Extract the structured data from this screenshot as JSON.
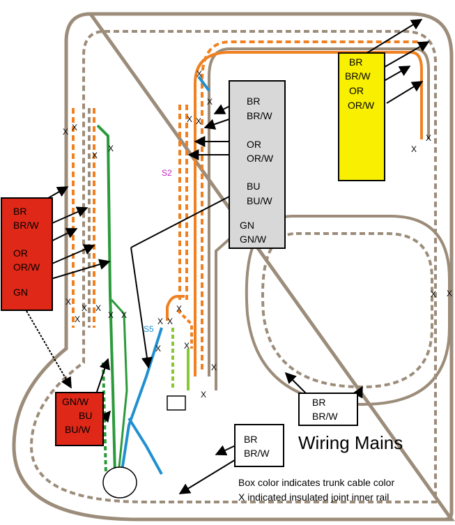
{
  "title": "Wiring Mains",
  "legend": {
    "line1": "Box color indicates trunk cable color",
    "line2": "X indicated insulated joint inner rail"
  },
  "colors": {
    "track_brown": "#9c8c7a",
    "orange": "#f08020",
    "green": "#2a9a3a",
    "light_green": "#88c830",
    "blue": "#2090d0",
    "red_box": "#e02818",
    "yellow_box": "#f8f000",
    "gray_box": "#d8d8d8",
    "purple_text": "#c020c0"
  },
  "section_labels": {
    "s2": "S2",
    "s5": "S5"
  },
  "boxes": {
    "yellow": {
      "labels": [
        "BR",
        "BR/W",
        "OR",
        "OR/W"
      ]
    },
    "gray": {
      "labels": [
        "BR",
        "BR/W",
        "OR",
        "OR/W",
        "BU",
        "BU/W",
        "GN",
        "GN/W"
      ]
    },
    "red_left": {
      "labels": [
        "BR",
        "BR/W",
        "OR",
        "OR/W",
        "GN"
      ]
    },
    "red_bottom": {
      "labels": [
        "GN/W",
        "BU",
        "BU/W"
      ]
    },
    "white_right": {
      "labels": [
        "BR",
        "BR/W"
      ]
    },
    "white_bottom": {
      "labels": [
        "BR",
        "BR/W"
      ]
    }
  },
  "joint_mark": "X"
}
